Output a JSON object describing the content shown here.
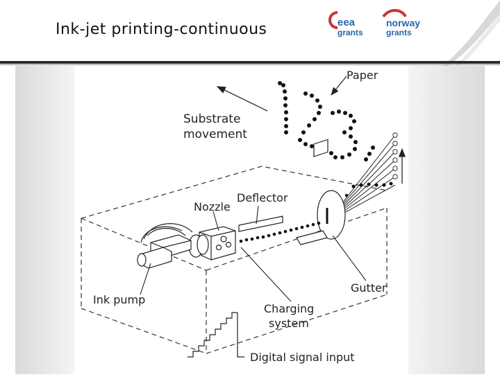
{
  "slide": {
    "title": "Ink-jet printing-continuous"
  },
  "logos": {
    "eea": {
      "word1": "eea",
      "word2": "grants"
    },
    "norway": {
      "word1": "norway",
      "word2": "grants"
    }
  },
  "diagram": {
    "labels": {
      "paper": "Paper",
      "substrate_line1": "Substrate",
      "substrate_line2": "movement",
      "nozzle": "Nozzle",
      "deflector": "Deflector",
      "gutter": "Gutter",
      "ink_pump": "Ink pump",
      "charging_line1": "Charging",
      "charging_line2": "system",
      "digital_signal": "Digital signal input"
    },
    "printed_text": "123"
  },
  "colors": {
    "accent_blue": "#2566ad",
    "accent_red": "#c8333b",
    "rule": "#2a2a2a"
  }
}
